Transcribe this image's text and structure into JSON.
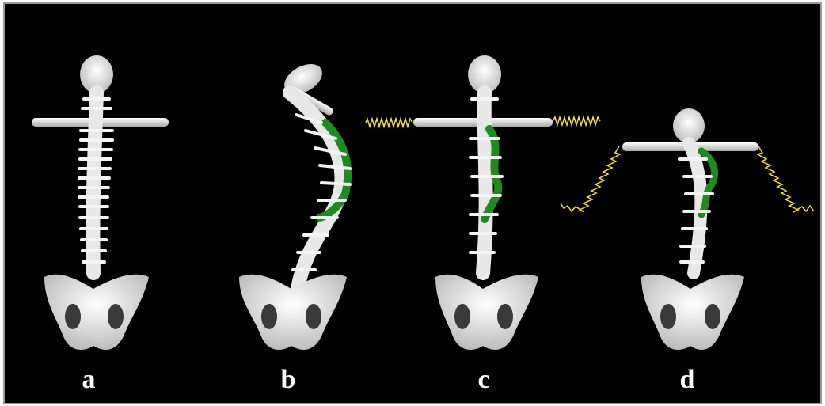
{
  "figure": {
    "background": "#000000",
    "bone_color": "#f2f2f2",
    "muscle_color": "#1f8a1f",
    "spring_color": "#f0e040",
    "panels": [
      {
        "label": "a",
        "springs": false,
        "curve": "straight"
      },
      {
        "label": "b",
        "springs": false,
        "curve": "side-bent"
      },
      {
        "label": "c",
        "springs": true,
        "curve": "slight-s"
      },
      {
        "label": "d",
        "springs": true,
        "curve": "slight-s-tilted"
      }
    ]
  }
}
